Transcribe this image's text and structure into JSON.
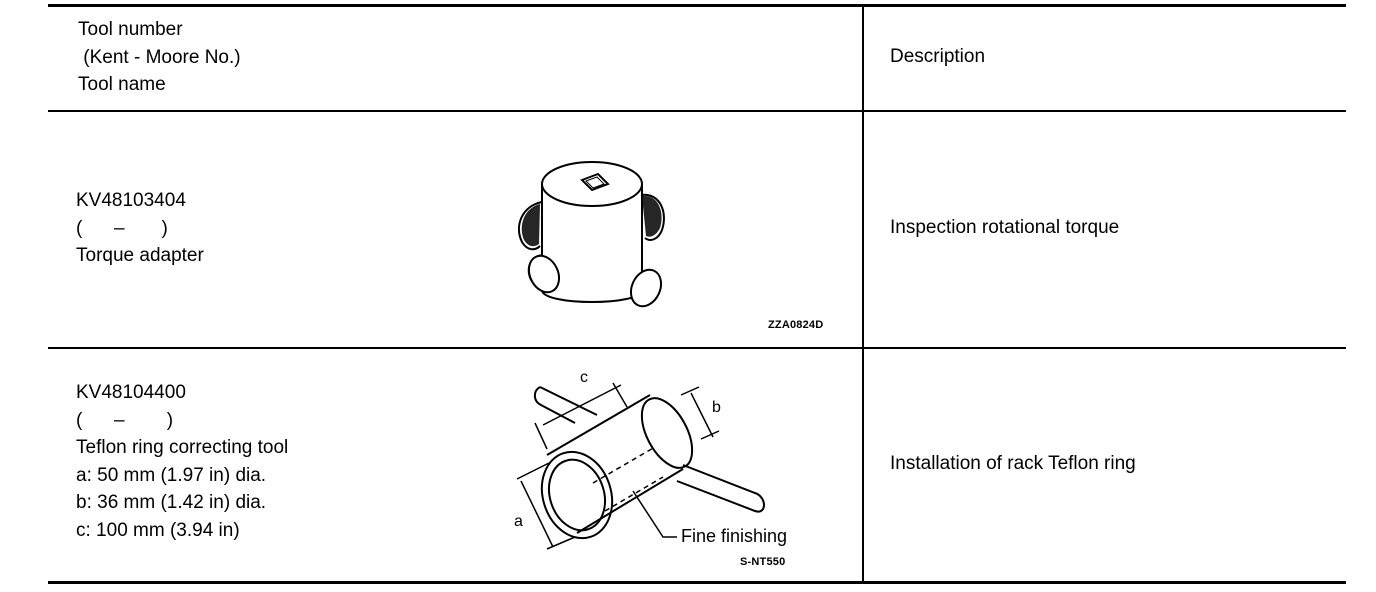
{
  "table": {
    "header": {
      "tool_lines": [
        "Tool number",
        " (Kent - Moore No.)",
        "Tool name"
      ],
      "description": "Description"
    },
    "rows": [
      {
        "lines": [
          "KV48103404",
          "(      –       )",
          "Torque adapter"
        ],
        "figure_code": "ZZA0824D",
        "description": "Inspection rotational torque"
      },
      {
        "lines": [
          "KV48104400",
          "(      –        )",
          "Teflon ring correcting tool",
          "a: 50 mm (1.97 in) dia.",
          "b: 36 mm (1.42 in) dia.",
          "c: 100 mm (3.94 in)"
        ],
        "figure_code": "S-NT550",
        "figure_labels": {
          "a": "a",
          "b": "b",
          "c": "c",
          "note": "Fine finishing"
        },
        "description": "Installation of rack Teflon ring"
      }
    ]
  }
}
